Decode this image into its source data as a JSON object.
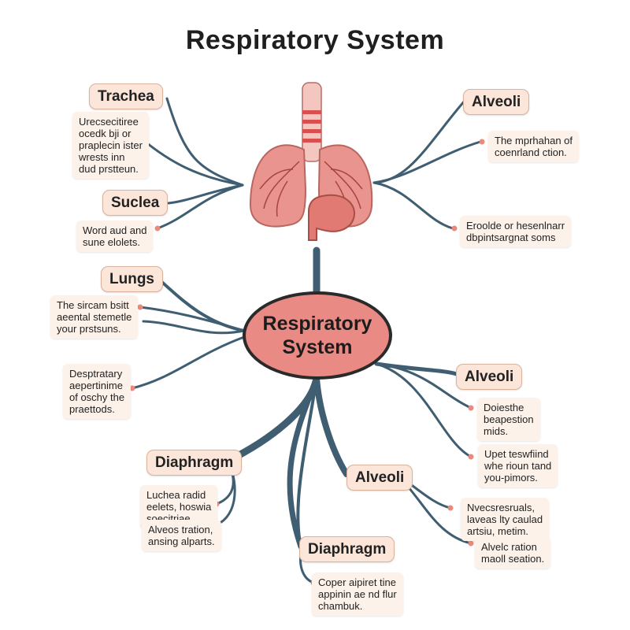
{
  "title": "Respiratory System",
  "center": {
    "line1": "Respiratory",
    "line2": "System"
  },
  "labels": {
    "trachea": "Trachea",
    "suclea": "Suclea",
    "lungs": "Lungs",
    "alveoli_top": "Alveoli",
    "alveoli_mid": "Alveoli",
    "alveoli_low": "Alveoli",
    "diaphragm_left": "Diaphragm",
    "diaphragm_bottom": "Diaphragm"
  },
  "notes": {
    "n1": [
      "Urecsecitiree",
      "ocedk bji or",
      "praplecin ister",
      "wrests inn",
      "dud prstteun."
    ],
    "n2": [
      "Word aud and",
      "sune elolets."
    ],
    "n3": [
      "The sircam bsitt",
      "aeental stemetle",
      "your prstsuns."
    ],
    "n4": [
      "Desptratary",
      "aepertinime",
      "of oschy the",
      "praettods."
    ],
    "n5": [
      "The mprhahan of",
      "coenrland ction."
    ],
    "n6": [
      "Eroolde or hesenlnarr",
      "dbpintsargnat soms"
    ],
    "n7": [
      "Doiesthe",
      "beapestion",
      "mids."
    ],
    "n8": [
      "Upet teswfiind",
      "whe rioun tand",
      "you-pimors."
    ],
    "n9": [
      "Luchea radid",
      "eelets, hoswia",
      "soecitriae."
    ],
    "n10": [
      "Alveos tration,",
      "ansing alparts."
    ],
    "n11": [
      "Nvecsresruals,",
      "laveas lty caulad",
      "artsiu, metim."
    ],
    "n12": [
      "Alvelc ration",
      "maoll seation."
    ],
    "n13": [
      "Coper aipiret tine",
      "appinin ae nd flur",
      "chambuk."
    ]
  },
  "colors": {
    "branch": "#3f5e72",
    "center_fill": "#ea8a84",
    "label_fill": "#fbe6d9",
    "note_fill": "#fdf2ea",
    "dot": "#e98a7c",
    "lung": "#e9948e",
    "trachea_ring": "#d94f4f"
  }
}
